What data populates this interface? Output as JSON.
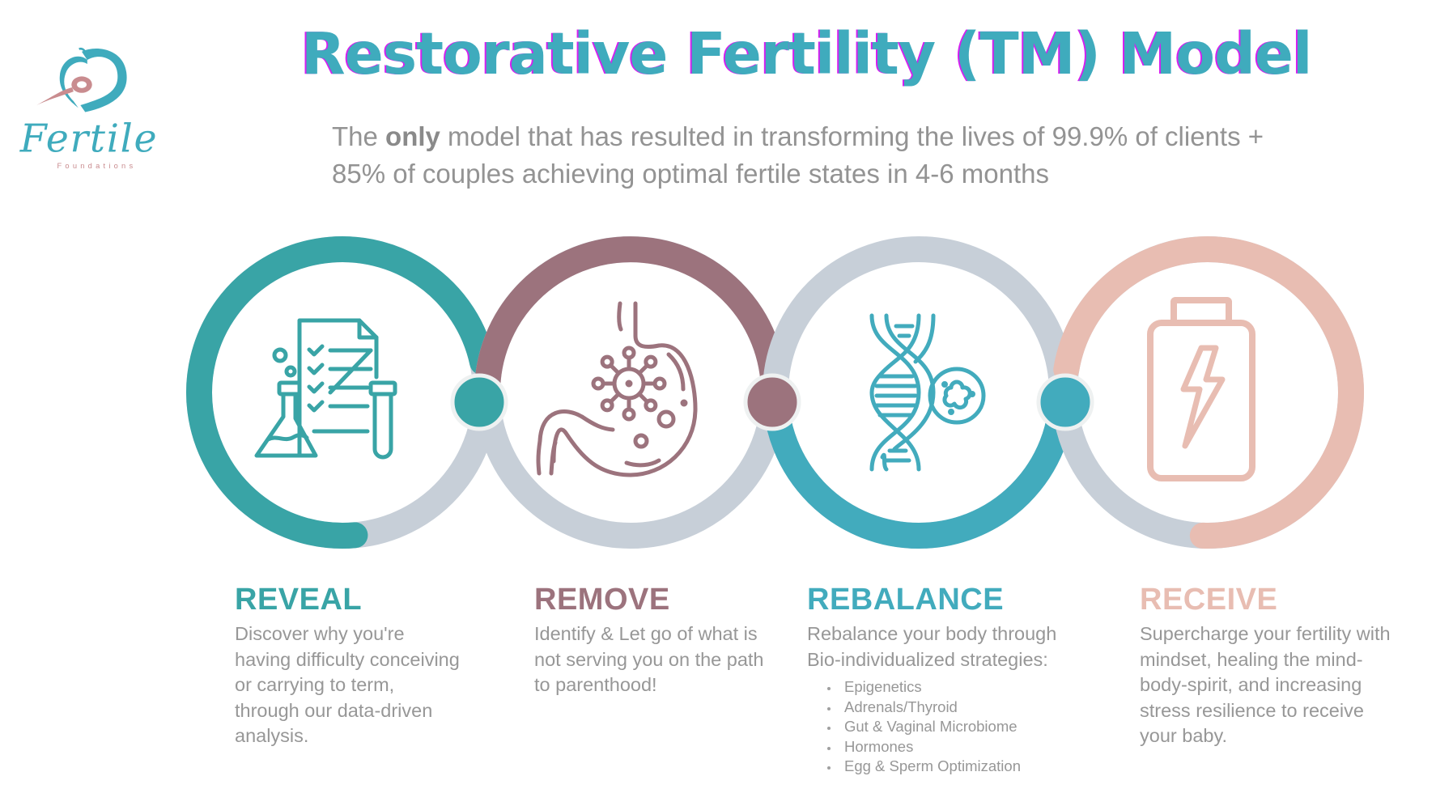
{
  "brand": {
    "logo_script": "Fertile",
    "logo_sub": "Foundations",
    "colors": {
      "teal": "#3fabbd",
      "pink": "#c98c8f",
      "magenta_shadow": "#d51ff0"
    }
  },
  "header": {
    "title": "Restorative Fertility (TM) Model",
    "subtitle_prefix": "The ",
    "subtitle_bold": "only",
    "subtitle_rest": " model that has resulted in transforming the lives of 99.9% of clients + 85% of couples achieving optimal fertile states in 4-6 months"
  },
  "ring_track_color": "#c7cfd8",
  "steps": [
    {
      "id": "reveal",
      "title": "REVEAL",
      "color": "#39a4a6",
      "icon": "lab-report-icon",
      "highlight_fraction": 0.73,
      "description": "Discover why you're having difficulty conceiving or carrying to term, through our data-driven analysis.",
      "bullets": []
    },
    {
      "id": "remove",
      "title": "REMOVE",
      "color": "#9c737d",
      "icon": "stomach-bacteria-icon",
      "highlight_fraction": 0.5,
      "description": "Identify & Let go of what is not serving you on the path to parenthood!",
      "bullets": []
    },
    {
      "id": "rebalance",
      "title": "REBALANCE",
      "color": "#42abbd",
      "icon": "dna-cell-icon",
      "highlight_fraction": 0.5,
      "description": "Rebalance your body through Bio-individualized strategies:",
      "bullets": [
        "Epigenetics",
        "Adrenals/Thyroid",
        "Gut & Vaginal Microbiome",
        "Hormones",
        "Egg & Sperm Optimization"
      ]
    },
    {
      "id": "receive",
      "title": "RECEIVE",
      "color": "#e8bdb2",
      "icon": "battery-charge-icon",
      "highlight_fraction": 0.73,
      "description": "Supercharge your fertility with mindset, healing the mind-body-spirit, and increasing stress resilience to receive your baby.",
      "bullets": []
    }
  ]
}
